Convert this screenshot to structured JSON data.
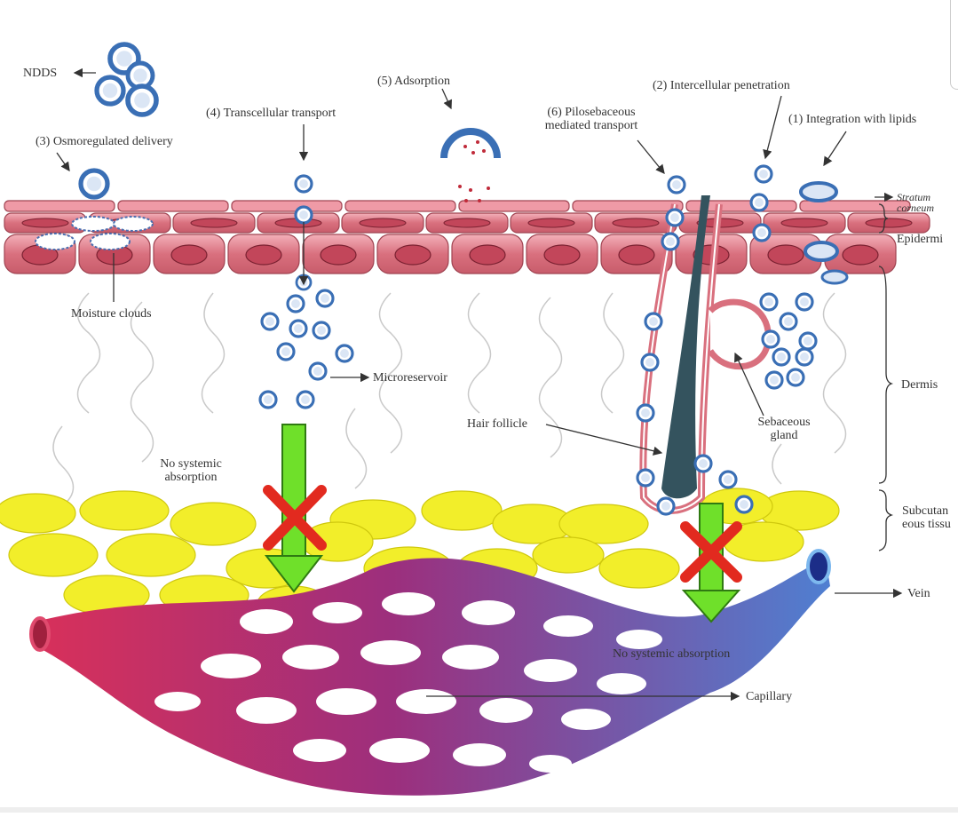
{
  "labels": {
    "ndds": "NDDS",
    "adsorption": "(5) Adsorption",
    "intercellular": "(2) Intercellular penetration",
    "transcellular": "(4) Transcellular transport",
    "pilosebaceous_1": "(6) Pilosebaceous",
    "pilosebaceous_2": "mediated transport",
    "integration": "(1) Integration with lipids",
    "osmoregulated": "(3) Osmoregulated delivery",
    "stratum_1": "Stratum",
    "stratum_2": "corneum",
    "epidermis": "Epidermi",
    "moisture": "Moisture clouds",
    "microreservoir": "Microreservoir",
    "dermis": "Dermis",
    "hair_follicle": "Hair follicle",
    "sebaceous_1": "Sebaceous",
    "sebaceous_2": "gland",
    "no_systemic_1": "No systemic",
    "no_systemic_2": "absorption",
    "subcut_1": "Subcutan",
    "subcut_2": "eous tissu",
    "vein": "Vein",
    "no_systemic_bottom": "No systemic absorption",
    "capillary": "Capillary"
  },
  "colors": {
    "skin_cell": "#d9707e",
    "skin_cell_light": "#ef9aa6",
    "nucleus": "#c2465a",
    "particle": "#3a6fb5",
    "fat": "#f2ee2a",
    "artery": "#d8305a",
    "vein": "#4f7fd1",
    "capillary": "#8a3b8f",
    "arrow_green": "#6fe02a",
    "cross_red": "#e22a1f",
    "hair": "#34535e"
  }
}
